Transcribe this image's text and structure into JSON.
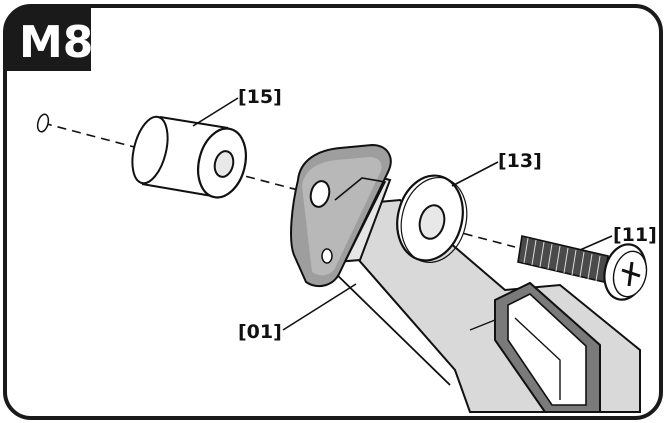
{
  "step": {
    "label": "M8"
  },
  "callouts": {
    "spacer": "[15]",
    "washer": "[13]",
    "screw": "[11]",
    "bracket": "[01]"
  }
}
